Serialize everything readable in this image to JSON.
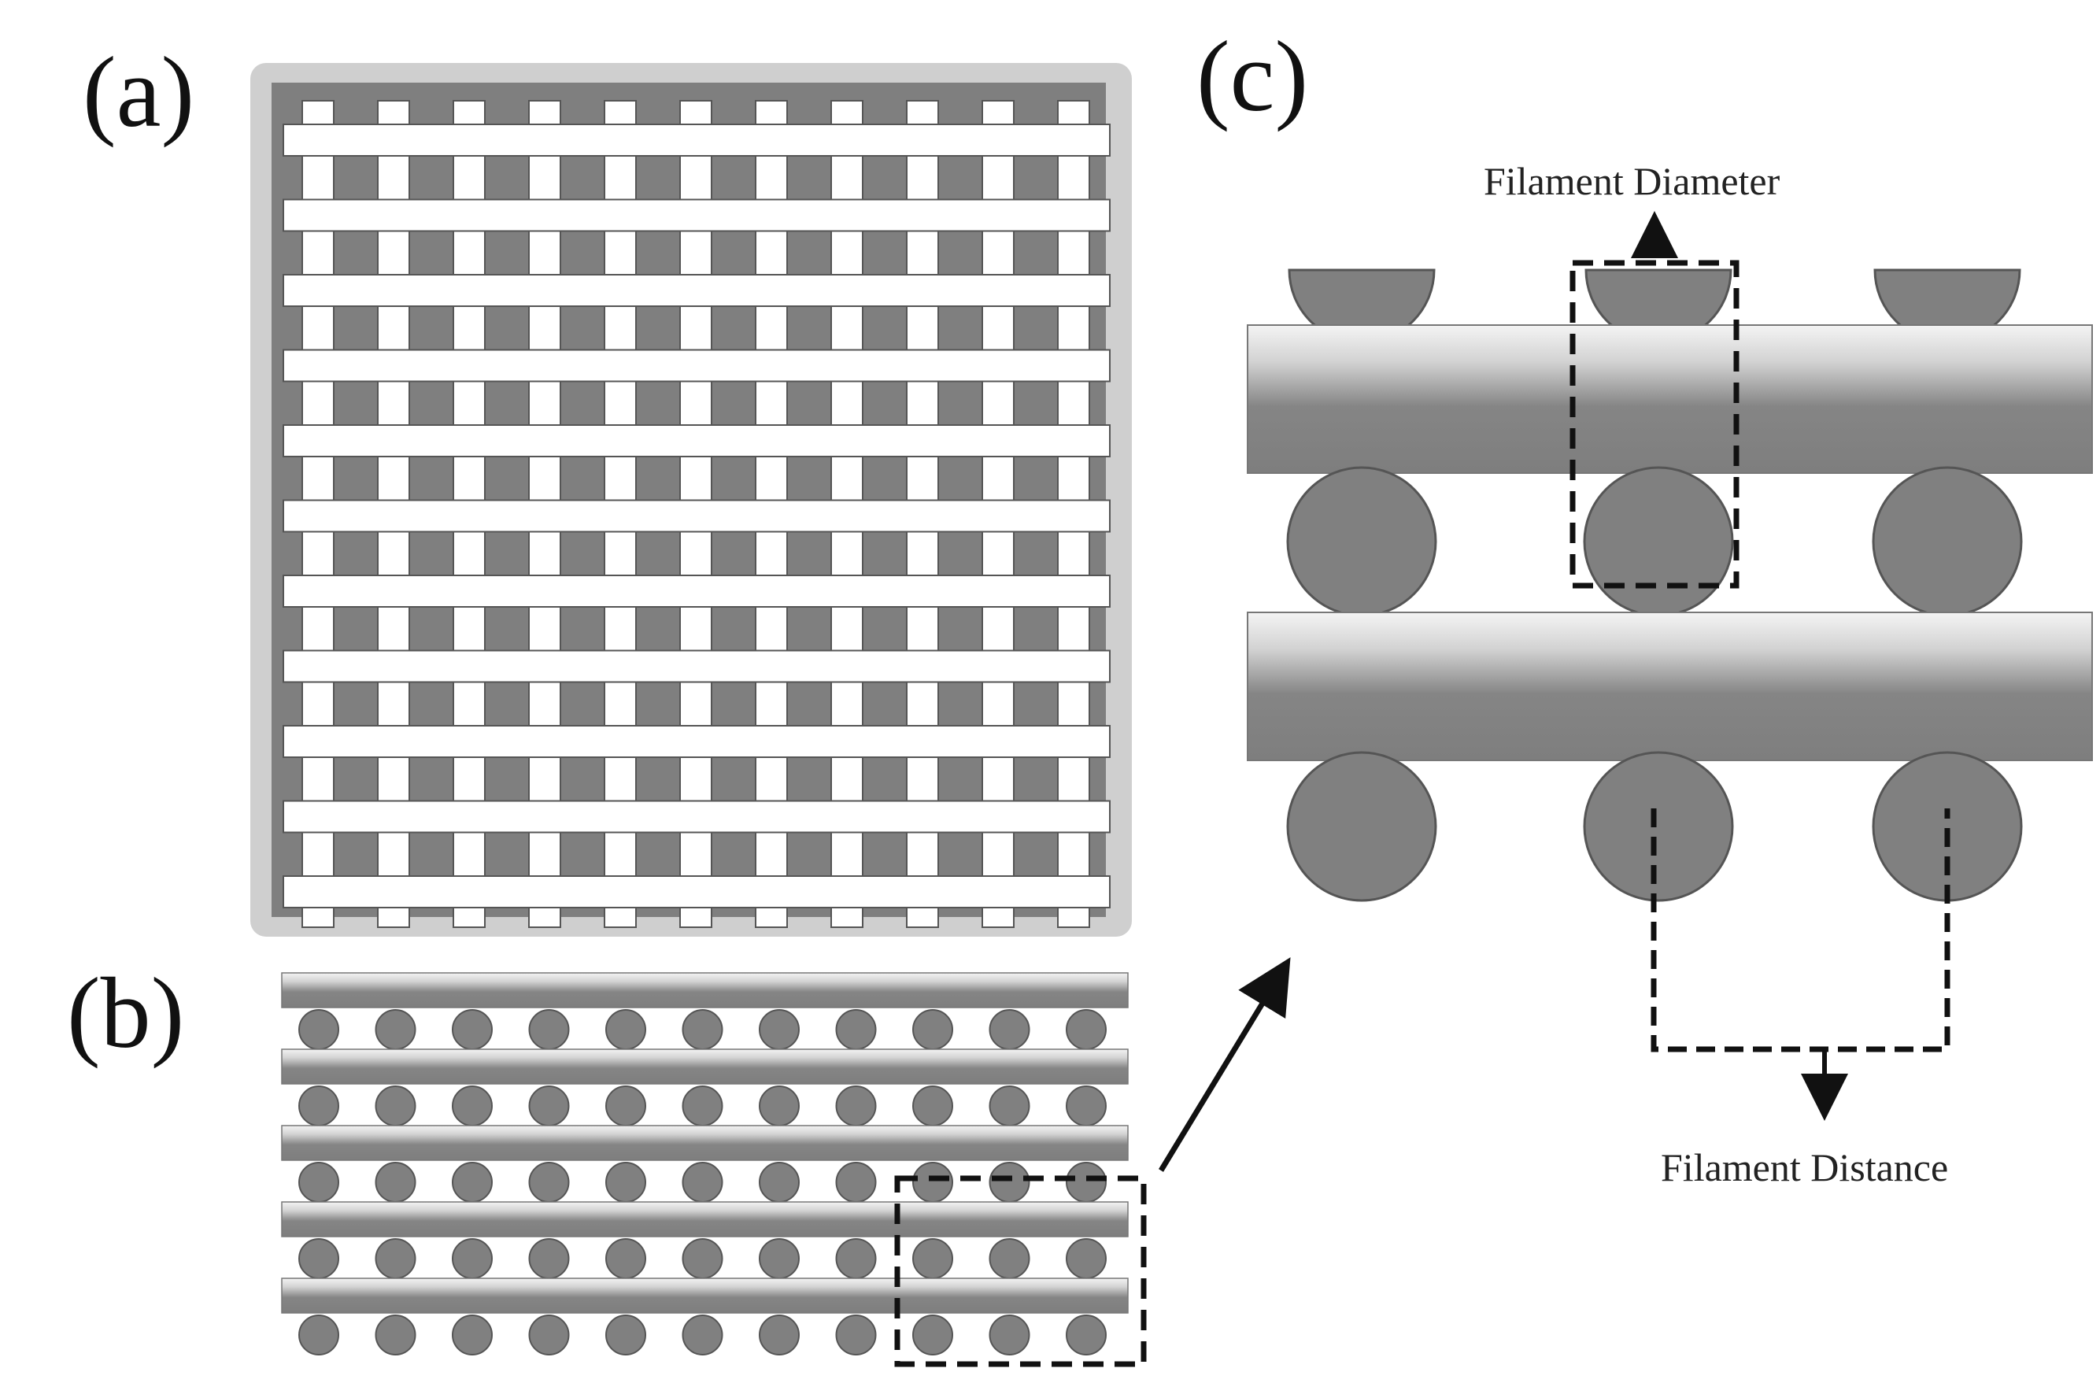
{
  "panels": {
    "a": {
      "label": "(a)"
    },
    "b": {
      "label": "(b)"
    },
    "c": {
      "label": "(c)",
      "annotations": {
        "filament_diameter": "Filament Diameter",
        "filament_distance": "Filament Distance"
      }
    }
  },
  "colors": {
    "filament": "#808080",
    "filament_light": "#f4f4f4",
    "outline": "#555555",
    "dash": "#111111",
    "background": "#ffffff"
  },
  "structure": {
    "a_top_view": {
      "horizontal_filaments": 11,
      "vertical_filaments": 11
    },
    "b_side_view": {
      "layers": 5,
      "circles_per_row": 11
    },
    "c_detail": {
      "layers": 2,
      "circles_per_row": 3
    }
  }
}
